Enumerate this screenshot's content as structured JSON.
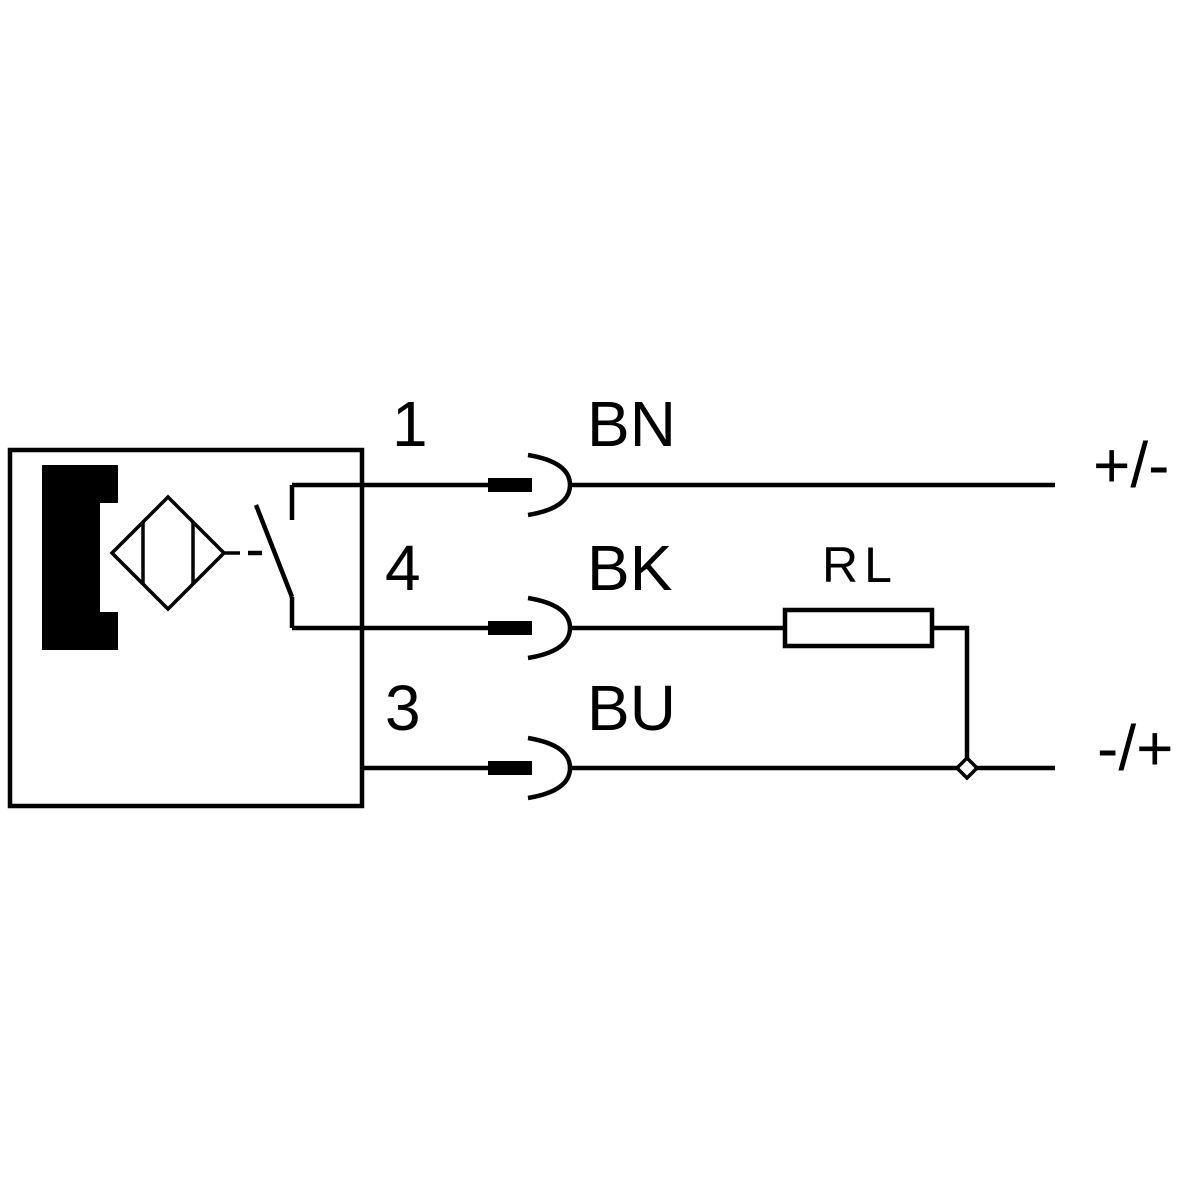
{
  "diagram": {
    "pins": [
      {
        "number": "1",
        "color_code": "BN",
        "terminal": "+/-"
      },
      {
        "number": "4",
        "color_code": "BK"
      },
      {
        "number": "3",
        "color_code": "BU",
        "terminal": "-/+"
      }
    ],
    "load_label": "RL",
    "colors": {
      "line": "#000000",
      "background": "#ffffff"
    }
  }
}
